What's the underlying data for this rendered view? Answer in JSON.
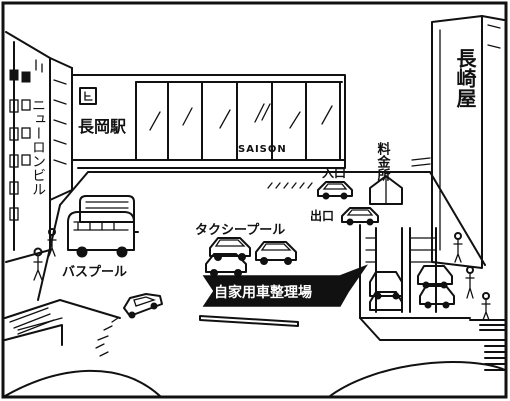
{
  "labels": {
    "station_sign": "長岡駅",
    "dept_store_sign": "長崎屋",
    "left_building_sign": "ニューロンビル",
    "saison": "SAISON",
    "toll_booth": "料金所",
    "entrance": "入口",
    "exit": "出口",
    "taxi_pool": "タクシープール",
    "bus_pool": "バスプール",
    "parking_banner": "自家用車整理場"
  },
  "colors": {
    "ink": "#111111",
    "paper": "#ffffff",
    "banner": "#111111"
  }
}
